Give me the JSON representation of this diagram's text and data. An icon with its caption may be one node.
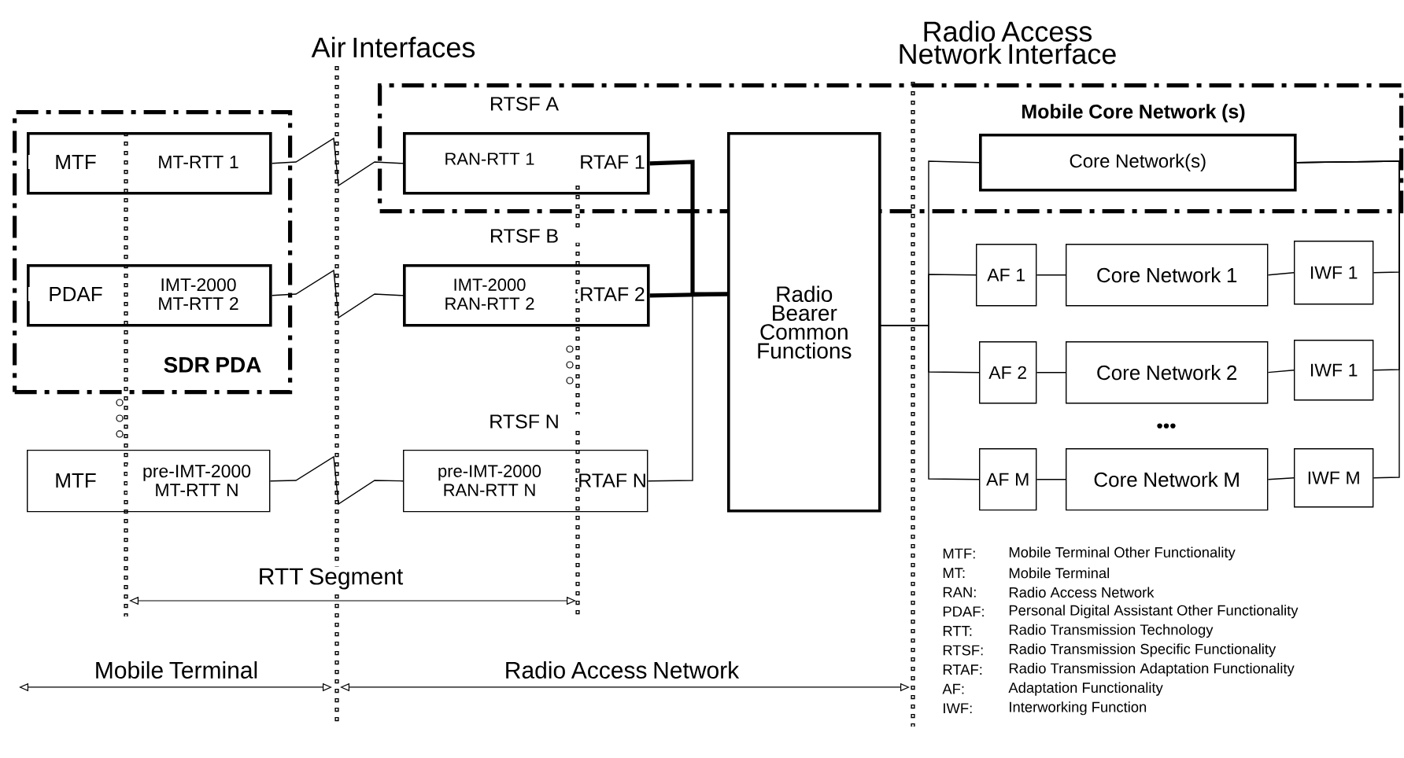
{
  "diagram": {
    "nodes": [
      {
        "text": [
          "SDR PDA"
        ]
      },
      {
        "text": [
          "MTF",
          "MT-RTT 1"
        ],
        "in": 0
      },
      {
        "text": [
          "PDAF",
          "IMT-2000 MT-RTT 2"
        ],
        "in": 0
      },
      {
        "text": [
          "MTF",
          "pre-IMT-2000 MT-RTT N"
        ]
      },
      {
        "text": [
          "Mobile Core Network (s)"
        ]
      },
      {
        "text": [
          "RTSF A",
          "RAN-RTT 1",
          "RTAF 1"
        ],
        "in": 4
      },
      {
        "text": [
          "RTSF B",
          "IMT-2000 RAN-RTT 2",
          "RTAF 2"
        ]
      },
      {
        "text": [
          "RTSF N",
          "pre-IMT-2000 RAN-RTT N",
          "RTAF N"
        ]
      },
      {
        "text": [
          "Radio Bearer Common Functions"
        ]
      },
      {
        "text": [
          "Core Network(s)"
        ],
        "in": 4
      },
      {
        "text": [
          "AF 1"
        ]
      },
      {
        "text": [
          "Core Network 1"
        ]
      },
      {
        "text": [
          "IWF 1"
        ]
      },
      {
        "text": [
          "AF 2"
        ]
      },
      {
        "text": [
          "Core Network 2"
        ]
      },
      {
        "text": [
          "IWF 1"
        ]
      },
      {
        "text": [
          "AF M"
        ]
      },
      {
        "text": [
          "Core Network M"
        ]
      },
      {
        "text": [
          "IWF M"
        ]
      }
    ],
    "edges": [
      {
        "from": 1,
        "to": 5,
        "arrow": "none"
      },
      {
        "from": 2,
        "to": 6,
        "arrow": "none"
      },
      {
        "from": 3,
        "to": 7,
        "arrow": "none"
      },
      {
        "from": 5,
        "to": 8,
        "arrow": "none",
        "style": "thick"
      },
      {
        "from": 6,
        "to": 8,
        "arrow": "none",
        "style": "thick"
      },
      {
        "from": 7,
        "to": 8,
        "arrow": "none"
      },
      {
        "from": 8,
        "to": 9,
        "arrow": "none"
      },
      {
        "from": 8,
        "to": 10,
        "arrow": "none"
      },
      {
        "from": 8,
        "to": 13,
        "arrow": "none"
      },
      {
        "from": 8,
        "to": 16,
        "arrow": "none"
      },
      {
        "from": 10,
        "to": 11,
        "arrow": "none"
      },
      {
        "from": 11,
        "to": 12,
        "arrow": "none"
      },
      {
        "from": 13,
        "to": 14,
        "arrow": "none"
      },
      {
        "from": 14,
        "to": 15,
        "arrow": "none"
      },
      {
        "from": 16,
        "to": 17,
        "arrow": "none"
      },
      {
        "from": 17,
        "to": 18,
        "arrow": "none"
      },
      {
        "from": 12,
        "to": 9,
        "arrow": "none"
      },
      {
        "from": 15,
        "to": 9,
        "arrow": "none"
      },
      {
        "from": 18,
        "to": 9,
        "arrow": "none"
      }
    ],
    "labels": [
      "Air Interfaces",
      "Radio Access Network Interface",
      "•••",
      "RTT Segment",
      "Mobile Terminal",
      "Radio Access Network",
      "MTF:",
      "Mobile Terminal Other Functionality",
      "MT:",
      "Mobile Terminal",
      "RAN:",
      "Radio Access Network",
      "PDAF:",
      "Personal Digital Assistant Other Functionality",
      "RTT:",
      "Radio Transmission Technology",
      "RTSF:",
      "Radio Transmission Specific Functionality",
      "RTAF:",
      "Radio Transmission Adaptation Functionality",
      "AF:",
      "Adaptation Functionality",
      "IWF:",
      "Interworking Function"
    ]
  }
}
